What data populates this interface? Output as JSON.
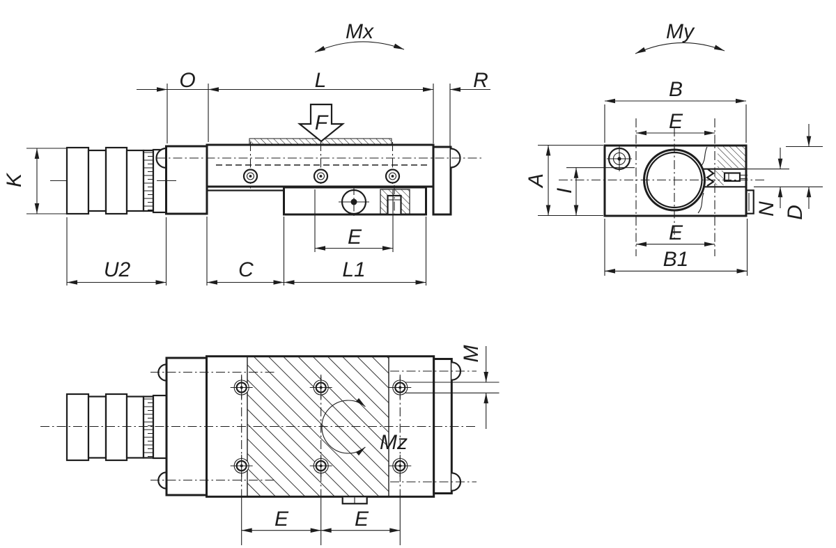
{
  "colors": {
    "ink": "#1d1d1d",
    "background": "#ffffff"
  },
  "dimension_labels": {
    "o": "O",
    "l": "L",
    "r": "R",
    "k": "K",
    "u2": "U2",
    "c": "C",
    "l1": "L1",
    "e": "E",
    "b": "B",
    "b1": "B1",
    "a": "A",
    "i": "I",
    "n": "N",
    "d": "D",
    "m": "M"
  },
  "load_labels": {
    "force": "F",
    "moment_x": "Mx",
    "moment_y": "My",
    "moment_z": "Mz"
  }
}
